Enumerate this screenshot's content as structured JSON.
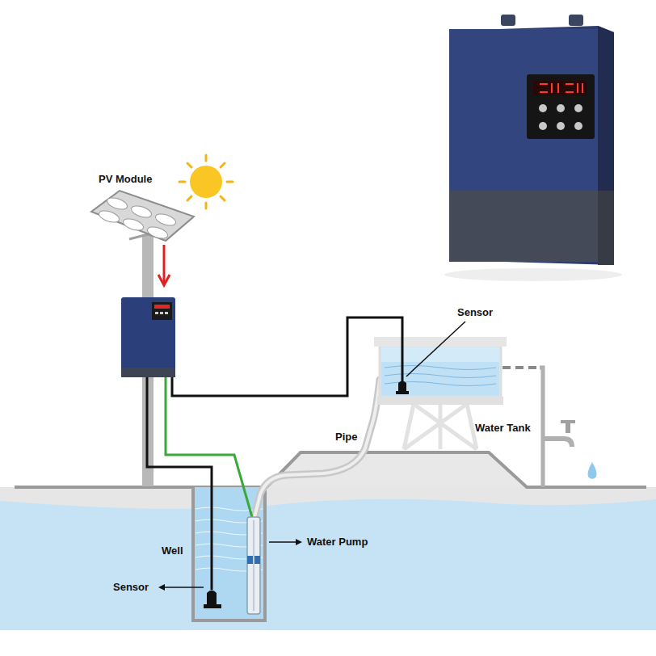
{
  "diagram": {
    "labels": [
      "PV Module",
      "Sensor",
      "Pipe",
      "Water Tank",
      "Well",
      "Water Pump",
      "Sensor"
    ]
  }
}
